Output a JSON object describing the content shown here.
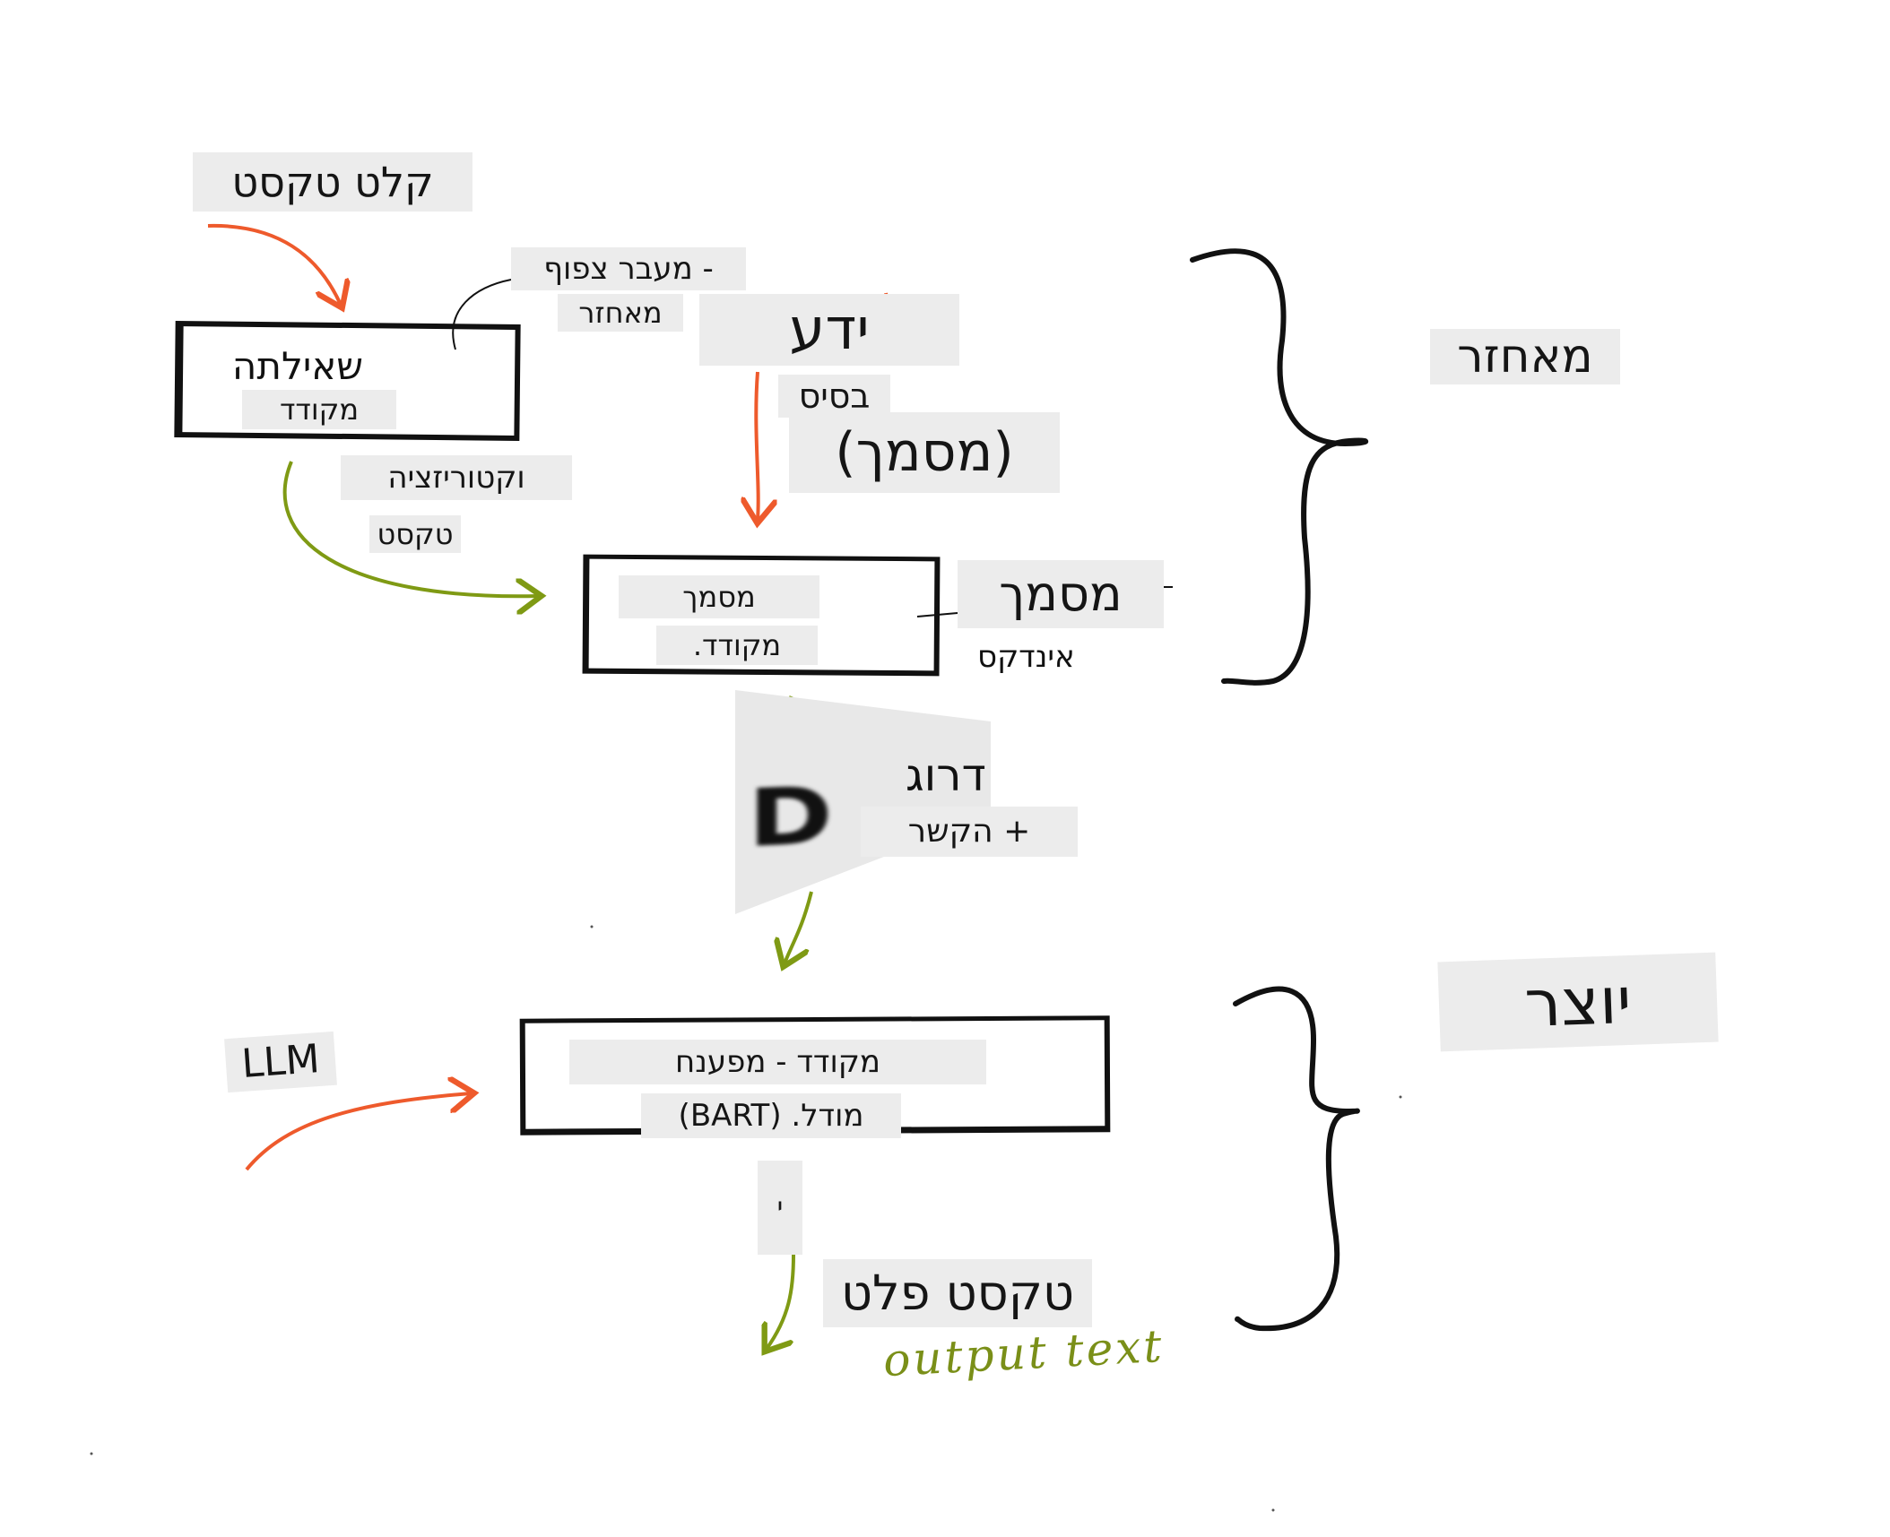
{
  "labels": {
    "input_text": "קלט טקסט",
    "dense_pass": "- מעבר צפוף",
    "retriever_small": "מאחזר",
    "question": "שאילתה",
    "encoder_q": "מקודד",
    "vectorization": "וקטוריזציה",
    "text": "טקסט",
    "knowledge": "ידע",
    "base": "בסיס",
    "document_paren": "(מסמך)",
    "doc_box_line1": "מסמך",
    "doc_box_line2": "מקודד.",
    "document_right": "מסמך",
    "index": "אינדקס",
    "rank_partial": "דרוג",
    "context": "+ הקשר",
    "retriever": "מאחזר",
    "generator": "יוצר",
    "llm": "LLM",
    "gen_box_line1": "מקודד - מפענח",
    "gen_box_line2": "מודל. (BART)",
    "output_text_he": "טקסט פלט",
    "output_text_en": "output text",
    "stray_mark": "י"
  },
  "colors": {
    "orange_arrow": "#ee5a2c",
    "green_arrow": "#7f9a14",
    "stroke": "#111111",
    "label_bg": "#ececec"
  }
}
